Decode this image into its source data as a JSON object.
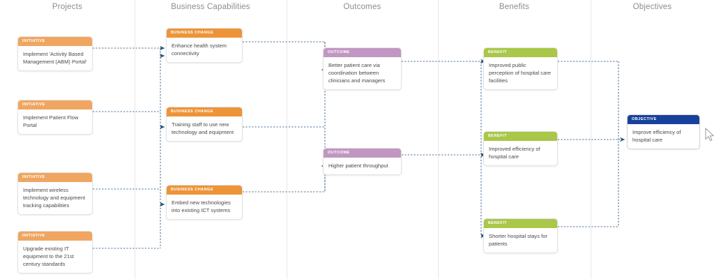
{
  "columns": [
    {
      "label": "Projects"
    },
    {
      "label": "Business Capabilities"
    },
    {
      "label": "Outcomes"
    },
    {
      "label": "Benefits"
    },
    {
      "label": "Objectives"
    }
  ],
  "colors": {
    "initiative": "#f0a660",
    "business_change": "#ed9438",
    "outcome": "#c296c2",
    "benefit": "#a9c748",
    "objective": "#17429c",
    "connector": "#4a6f93",
    "lane_line": "#e6e6e6",
    "header_text": "#8c8c8c",
    "body_text": "#4a4a4a"
  },
  "cards": {
    "initiative_1": {
      "type": "INITIATIVE",
      "text": "Implement 'Activity Based Management (ABM) Portal'"
    },
    "initiative_2": {
      "type": "INITIATIVE",
      "text": "Implement Patient Flow Portal"
    },
    "initiative_3": {
      "type": "INITIATIVE",
      "text": "Implement wireless technology and equipment tracking capabilities"
    },
    "initiative_4": {
      "type": "INITIATIVE",
      "text": "Upgrade existing IT equipment to the 21st century standards"
    },
    "change_1": {
      "type": "BUSINESS CHANGE",
      "text": "Enhance health system connectivity"
    },
    "change_2": {
      "type": "BUSINESS CHANGE",
      "text": "Training staff to use new technology and equipment"
    },
    "change_3": {
      "type": "BUSINESS CHANGE",
      "text": "Embed new technologies into existing ICT systems"
    },
    "outcome_1": {
      "type": "OUTCOME",
      "text": "Better patient care via coordination between clinicians and managers"
    },
    "outcome_2": {
      "type": "OUTCOME",
      "text": "Higher patient throughput"
    },
    "benefit_1": {
      "type": "BENEFIT",
      "text": "Improved public perception of hospital care facilities"
    },
    "benefit_2": {
      "type": "BENEFIT",
      "text": "Improved efficiency of hospital care"
    },
    "benefit_3": {
      "type": "BENEFIT",
      "text": "Shorter hospital stays for patients"
    },
    "objective_1": {
      "type": "OBJECTIVE",
      "text": "Improve efficiency of hospital care"
    }
  }
}
